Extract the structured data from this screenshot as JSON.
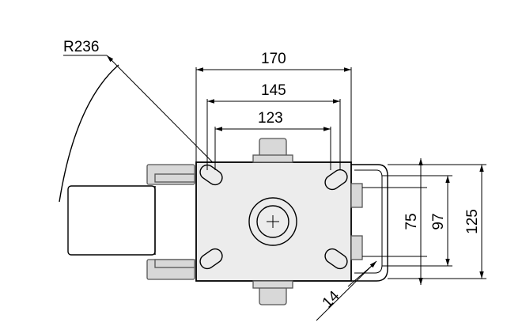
{
  "dimensions": {
    "radius": "R236",
    "width_outer": "170",
    "width_mid": "145",
    "width_inner": "123",
    "height_small": "75",
    "height_mid": "97",
    "height_total": "125",
    "bolt_offset": "14"
  }
}
